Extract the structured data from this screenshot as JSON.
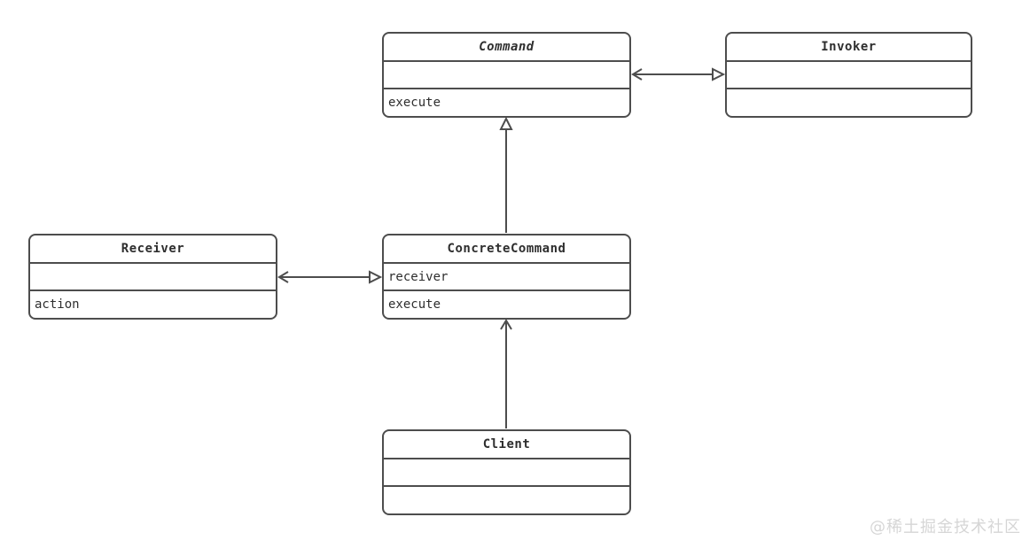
{
  "classes": {
    "command": {
      "title": "Command",
      "middle": "",
      "bottom": "execute"
    },
    "invoker": {
      "title": "Invoker",
      "middle": "",
      "bottom": ""
    },
    "receiver": {
      "title": "Receiver",
      "middle": "",
      "bottom": "action"
    },
    "concrete_command": {
      "title": "ConcreteCommand",
      "middle": "receiver",
      "bottom": "execute"
    },
    "client": {
      "title": "Client",
      "middle": "",
      "bottom": ""
    }
  },
  "watermark": "@稀土掘金技术社区",
  "colors": {
    "line": "#4d4d4d",
    "text": "#2e2e2e",
    "background": "#ffffff",
    "watermark": "#d6d6d6"
  }
}
